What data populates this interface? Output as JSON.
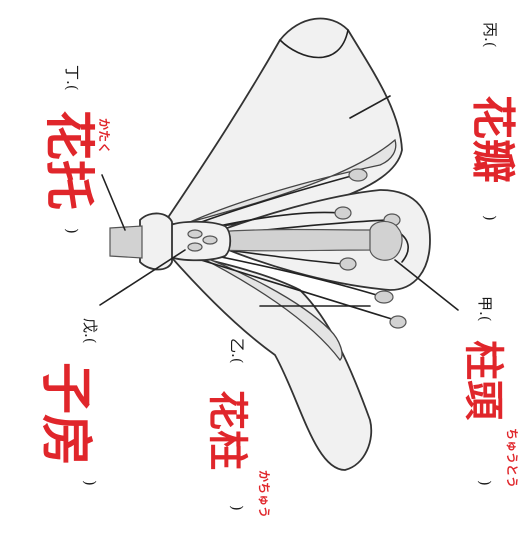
{
  "labels": {
    "jia": {
      "marker": "甲.(",
      "answer_main": "柱頭",
      "answer_reading": "ちゅうとう",
      "close": ")"
    },
    "yi": {
      "marker": "乙.(",
      "answer_main": "花柱",
      "answer_reading": "かちゅう",
      "close": ")"
    },
    "bing": {
      "marker": "丙.(",
      "answer_main": "花瓣",
      "close": ")"
    },
    "ding": {
      "marker": "丁.(",
      "answer_main": "花托",
      "answer_reading": "かたく",
      "close": ")"
    },
    "wu": {
      "marker": "戊.(",
      "answer_main": "子房",
      "close": ")"
    }
  },
  "colors": {
    "handwriting": "#e0262b",
    "printed": "#1a1a1a"
  }
}
